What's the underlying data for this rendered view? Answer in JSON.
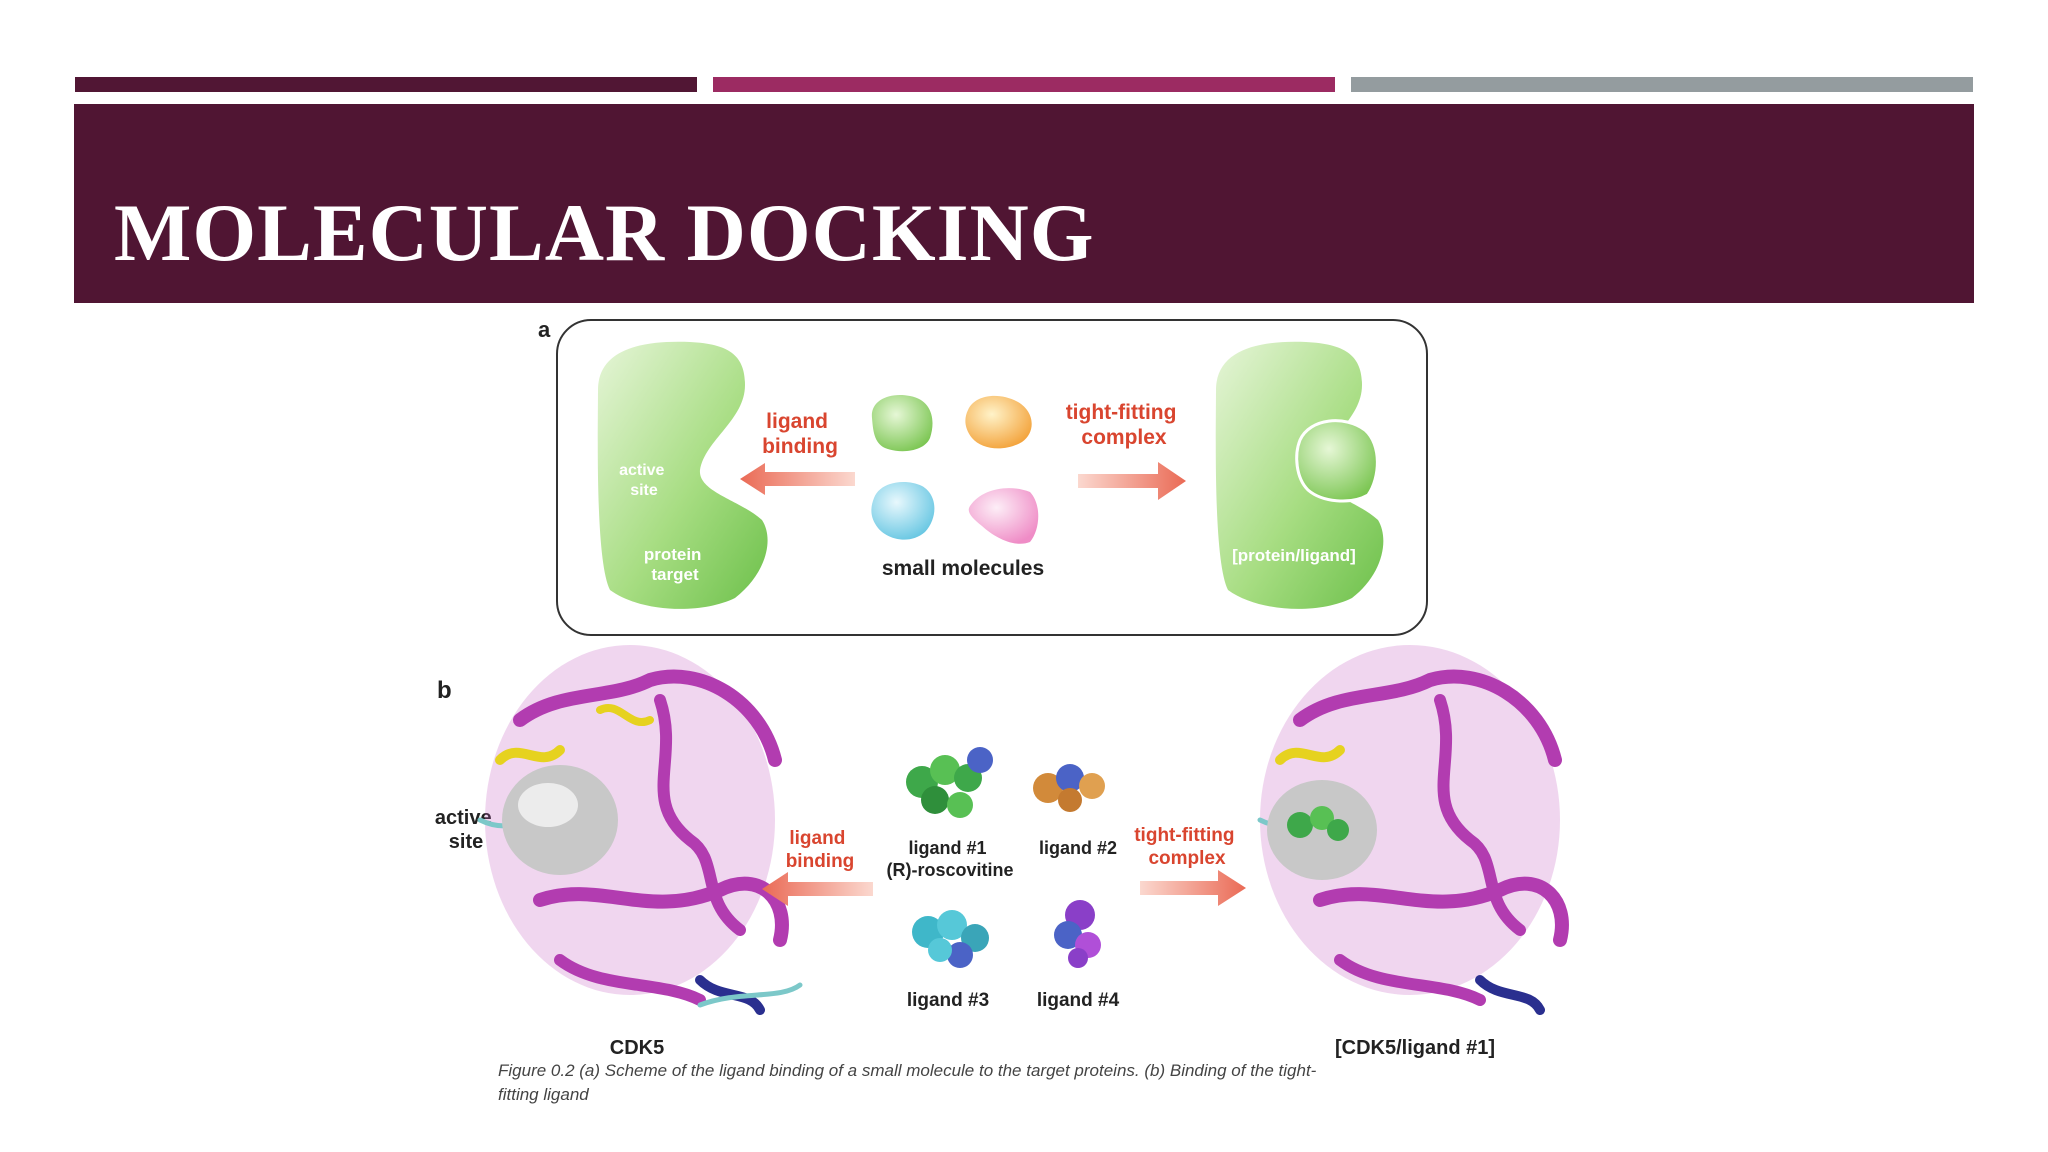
{
  "slide": {
    "title": "MOLECULAR DOCKING",
    "accent_colors": [
      "#511634",
      "#9c2b62",
      "#949c9f"
    ],
    "header_color": "#501533"
  },
  "panel_a": {
    "panel_label": "a",
    "active_site_line1": "active",
    "active_site_line2": "site",
    "protein_target_line1": "protein",
    "protein_target_line2": "target",
    "ligand_binding_line1": "ligand",
    "ligand_binding_line2": "binding",
    "tight_fitting_line1": "tight-fitting",
    "tight_fitting_line2": "complex",
    "small_molecules": "small molecules",
    "complex_label": "[protein/ligand]",
    "molecule_colors": [
      "#7cc653",
      "#f3a23a",
      "#66c6e2",
      "#ef8cc6"
    ]
  },
  "panel_b": {
    "panel_label": "b",
    "active_site_line1": "active",
    "active_site_line2": "site",
    "ligand_binding_line1": "ligand",
    "ligand_binding_line2": "binding",
    "tight_fitting_line1": "tight-fitting",
    "tight_fitting_line2": "complex",
    "ligand1_line1": "ligand #1",
    "ligand1_line2": "(R)-roscovitine",
    "ligand2": "ligand #2",
    "ligand3": "ligand #3",
    "ligand4": "ligand #4",
    "protein_name": "CDK5",
    "complex_name": "[CDK5/ligand #1]"
  },
  "caption": {
    "line1": "Figure 0.2 (a) Scheme of the ligand binding of a small molecule to the target proteins. (b) Binding of the tight-",
    "line2": "fitting ligand"
  }
}
